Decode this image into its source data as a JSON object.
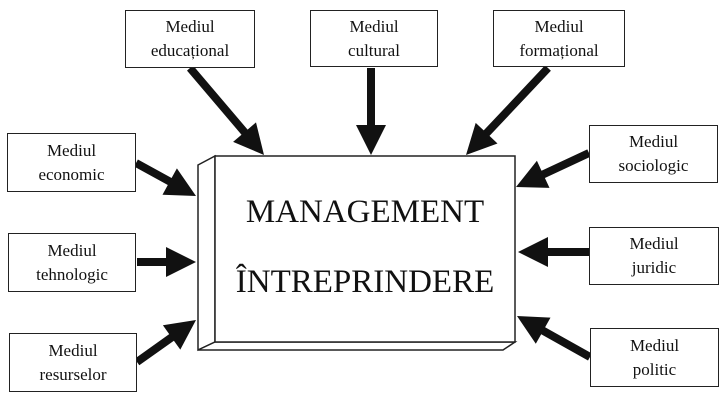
{
  "center": {
    "line1": "MANAGEMENT",
    "line2": "ÎNTREPRINDERE"
  },
  "environments": [
    {
      "id": "educational",
      "line1": "Mediul",
      "line2": "educațional",
      "position": "top-left"
    },
    {
      "id": "cultural",
      "line1": "Mediul",
      "line2": "cultural",
      "position": "top-center"
    },
    {
      "id": "formational",
      "line1": "Mediul",
      "line2": "formațional",
      "position": "top-right"
    },
    {
      "id": "economic",
      "line1": "Mediul",
      "line2": "economic",
      "position": "left-top"
    },
    {
      "id": "tehnologic",
      "line1": "Mediul",
      "line2": "tehnologic",
      "position": "left-middle"
    },
    {
      "id": "resurselor",
      "line1": "Mediul",
      "line2": "resurselor",
      "position": "left-bottom"
    },
    {
      "id": "sociologic",
      "line1": "Mediul",
      "line2": "sociologic",
      "position": "right-top"
    },
    {
      "id": "juridic",
      "line1": "Mediul",
      "line2": "juridic",
      "position": "right-middle"
    },
    {
      "id": "politic",
      "line1": "Mediul",
      "line2": "politic",
      "position": "right-bottom"
    }
  ],
  "colors": {
    "stroke": "#222222",
    "arrow": "#111111",
    "background": "#ffffff"
  }
}
